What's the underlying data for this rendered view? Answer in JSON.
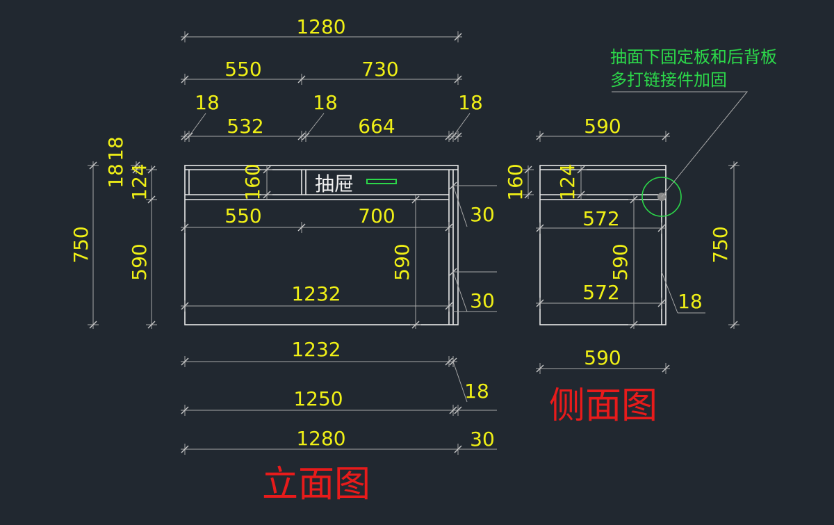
{
  "colors": {
    "background": "#212830",
    "dimension_text": "#f0f016",
    "note_text": "#2cd84a",
    "title_text": "#e81b1b",
    "object_lines": "#e8e8e8",
    "dimension_lines": "#a8a8a8"
  },
  "front_view": {
    "title": "立面图",
    "drawer_label": "抽屉",
    "top_dims": [
      "1280",
      "550",
      "730",
      "18",
      "18",
      "18",
      "532",
      "664"
    ],
    "left_dims": [
      "18",
      "18",
      "124",
      "750",
      "590"
    ],
    "inner_dims": [
      "160",
      "550",
      "700",
      "590",
      "1232"
    ],
    "right_dims": [
      "30",
      "30",
      "18",
      "30"
    ],
    "bottom_dims": [
      "1232",
      "1250",
      "1280"
    ]
  },
  "side_view": {
    "title": "侧面图",
    "note_line1": "抽面下固定板和后背板",
    "note_line2": "多打链接件加固",
    "top_dim": "590",
    "inner_dims": [
      "160",
      "124",
      "572",
      "590",
      "572",
      "18"
    ],
    "right_dim": "750",
    "bottom_dim": "590"
  }
}
